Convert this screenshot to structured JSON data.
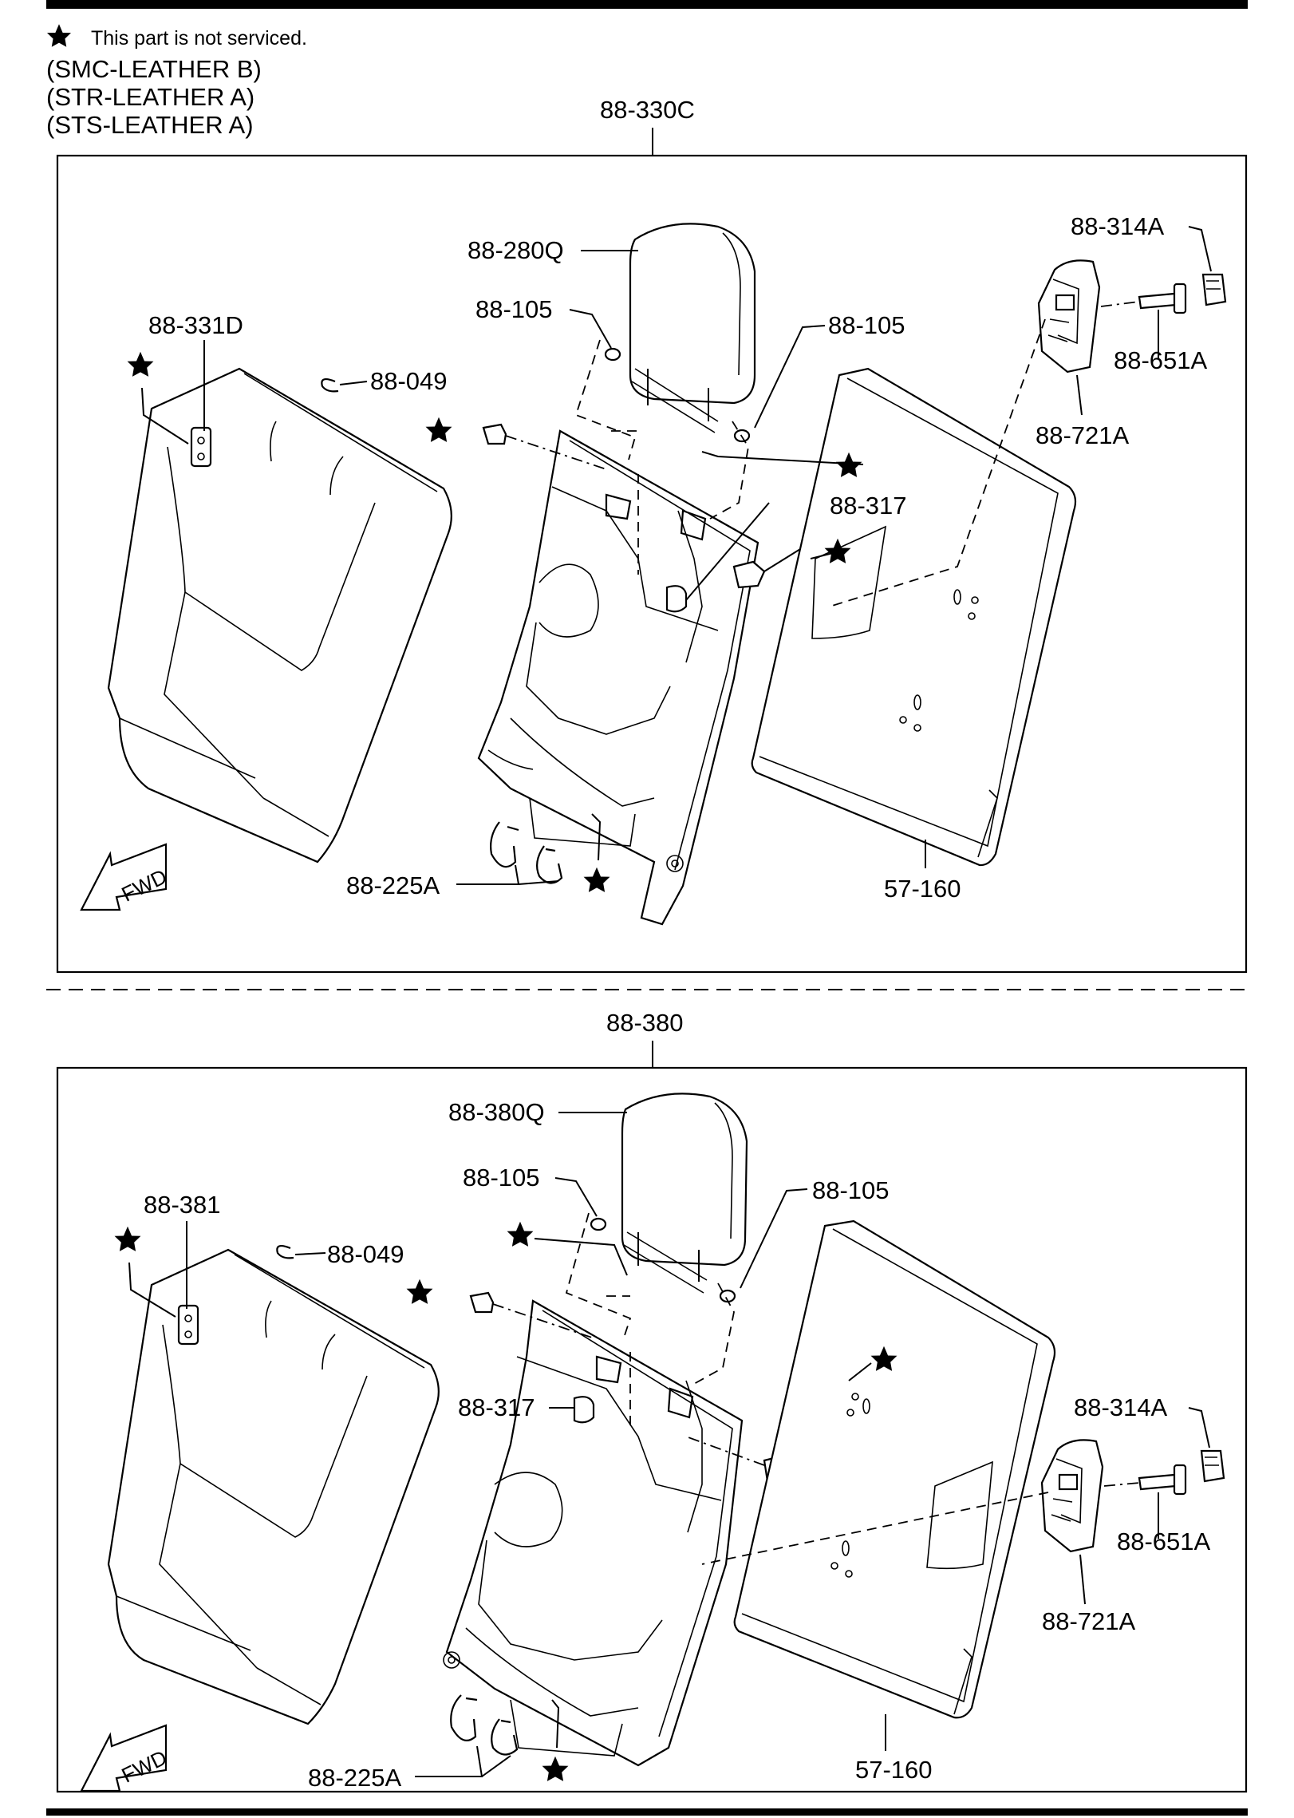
{
  "legend": {
    "note": "This part is not serviced.",
    "variants": [
      "(SMC-LEATHER B)",
      "(STR-LEATHER A)",
      "(STS-LEATHER A)"
    ]
  },
  "top_panel": {
    "assembly": "88-330C",
    "headrest": "88-280Q",
    "washer_left": "88-105",
    "washer_right": "88-105",
    "cover": "88-331D",
    "hog_ring": "88-049",
    "bushing": "88-317",
    "knob": "88-314A",
    "bolt": "88-651A",
    "lock": "88-721A",
    "clip": "88-225A",
    "back_board": "57-160",
    "fwd": "FWD"
  },
  "bottom_panel": {
    "assembly": "88-380",
    "headrest": "88-380Q",
    "washer_left": "88-105",
    "washer_right": "88-105",
    "cover": "88-381",
    "hog_ring": "88-049",
    "bushing": "88-317",
    "knob": "88-314A",
    "bolt": "88-651A",
    "lock": "88-721A",
    "clip": "88-225A",
    "back_board": "57-160",
    "fwd": "FWD"
  }
}
